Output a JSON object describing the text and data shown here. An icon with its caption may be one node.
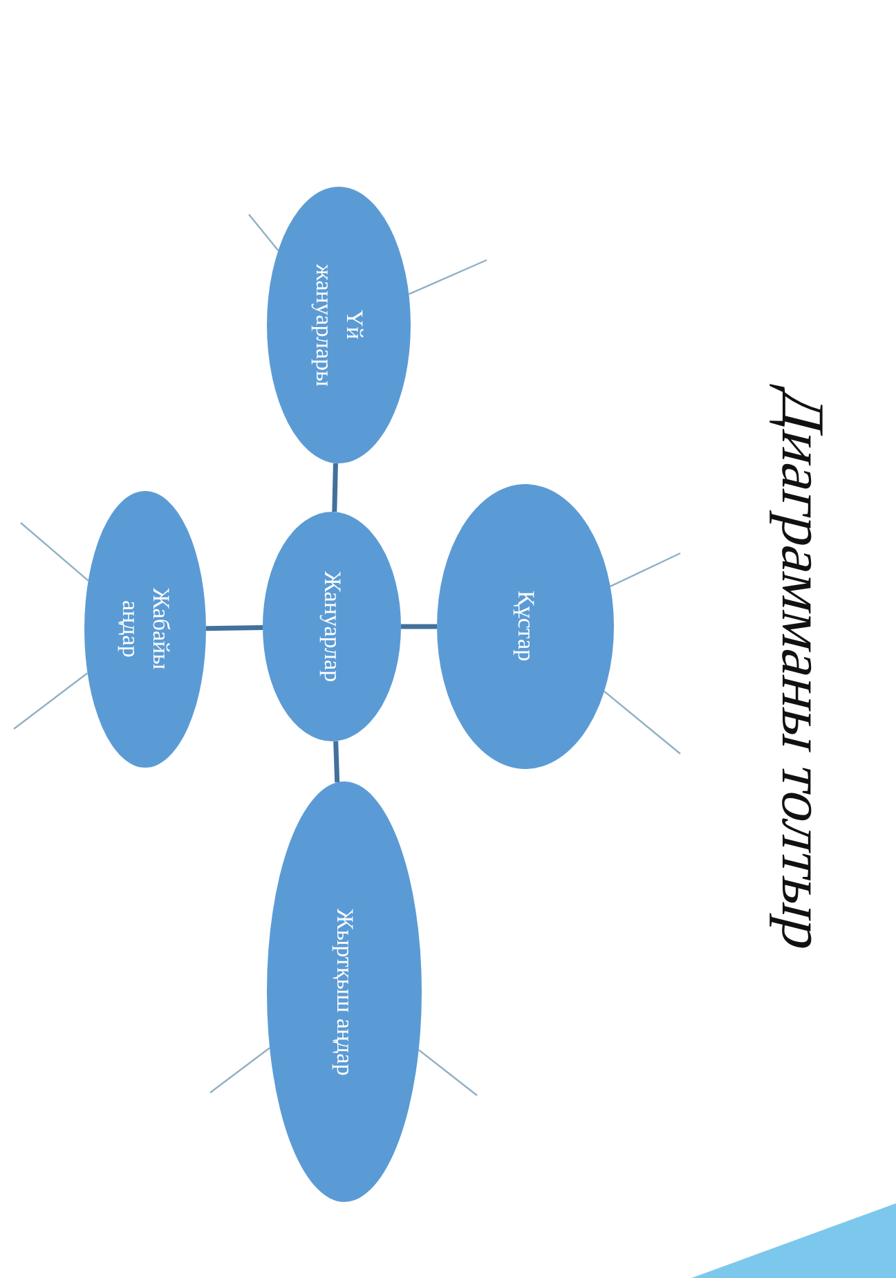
{
  "diagram": {
    "title": "Диаграмманы толтыр",
    "nodes": [
      {
        "text": [
          "Жануарлар"
        ]
      },
      {
        "text": [
          "Үй жануарлары"
        ]
      },
      {
        "text": [
          "Жабайы аңдар"
        ]
      },
      {
        "text": [
          "Құстар"
        ]
      },
      {
        "text": [
          "Жыртқыш аңдар"
        ]
      }
    ],
    "edges": [
      {
        "from": 0,
        "to": 1,
        "arrow": "none",
        "style": "thick",
        "color": "#41719c"
      },
      {
        "from": 0,
        "to": 2,
        "arrow": "none",
        "style": "thick",
        "color": "#41719c"
      },
      {
        "from": 0,
        "to": 3,
        "arrow": "none",
        "style": "thick",
        "color": "#41719c"
      },
      {
        "from": 0,
        "to": 4,
        "arrow": "none",
        "style": "thick",
        "color": "#41719c"
      },
      {
        "from": 1,
        "to": null,
        "arrow": "none"
      },
      {
        "from": 1,
        "to": null,
        "arrow": "none"
      },
      {
        "from": 2,
        "to": null,
        "arrow": "none"
      },
      {
        "from": 2,
        "to": null,
        "arrow": "none"
      },
      {
        "from": 3,
        "to": null,
        "arrow": "none"
      },
      {
        "from": 3,
        "to": null,
        "arrow": "none"
      },
      {
        "from": 4,
        "to": null,
        "arrow": "none"
      },
      {
        "from": 4,
        "to": null,
        "arrow": "none"
      }
    ]
  }
}
